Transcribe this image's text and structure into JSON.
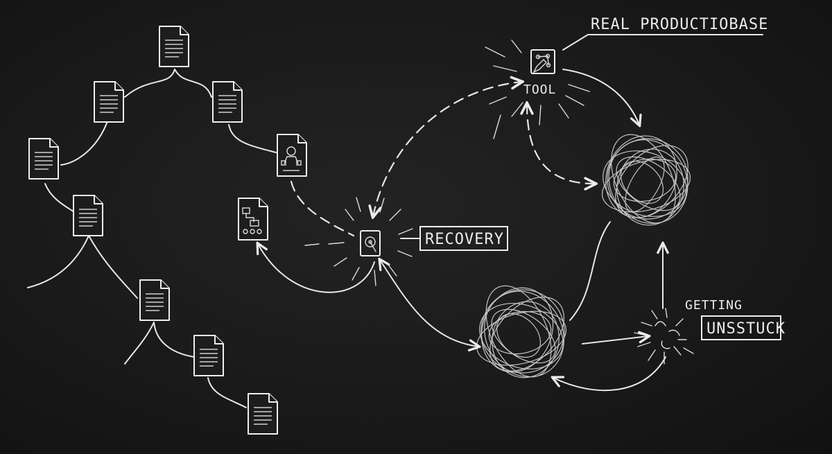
{
  "labels": {
    "real_productiobase": "REAL PRODUCTIOBASE",
    "tool": "TOOL",
    "recovery": "RECOVERY",
    "getting": "GETTING",
    "unsstuck": "UNSSTUCK"
  },
  "colors": {
    "background": "#1a1a1a",
    "chalk": "#ececec"
  },
  "icons": {
    "tool": "diagram-pencil-icon",
    "recovery": "hard-drive-icon",
    "documents": "document-icon"
  }
}
